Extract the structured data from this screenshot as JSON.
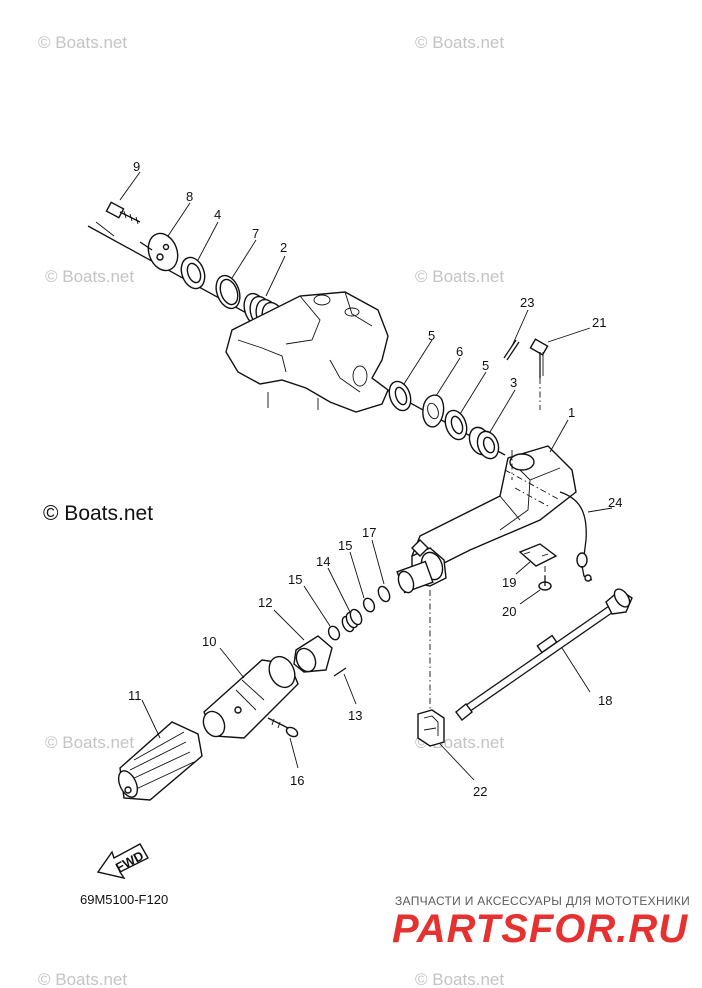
{
  "watermarks": {
    "text": "© Boats.net",
    "prominent": "© Boats.net"
  },
  "callouts": [
    "1",
    "2",
    "3",
    "4",
    "5",
    "5",
    "6",
    "7",
    "8",
    "9",
    "10",
    "11",
    "12",
    "13",
    "14",
    "15",
    "15",
    "16",
    "17",
    "18",
    "19",
    "20",
    "21",
    "22",
    "23",
    "24"
  ],
  "fwd_label": "FWD",
  "diagram_code": "69M5100-F120",
  "vendor": {
    "tagline": "ЗАПЧАСТИ И АКСЕССУАРЫ ДЛЯ МОТОТЕХНИКИ",
    "brand": "PARTSFOR.RU"
  },
  "colors": {
    "line": "#111111",
    "watermark": "#c4c4c4",
    "brand": "#e5312f"
  }
}
